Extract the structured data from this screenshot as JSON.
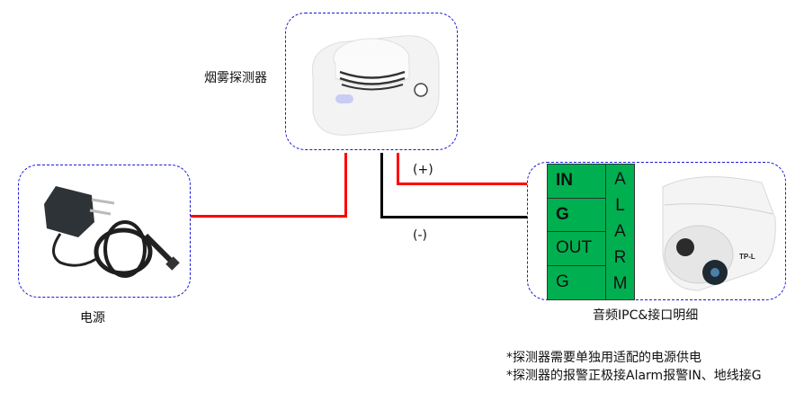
{
  "devices": {
    "smoke_detector": {
      "label": "烟雾探测器",
      "icon": "smoke-detector-icon"
    },
    "power_supply": {
      "label": "电源",
      "icon": "power-adapter-icon"
    },
    "ipc": {
      "label": "音频IPC&接口明细",
      "icon": "dome-camera-icon"
    }
  },
  "wires": {
    "positive_label": "(+)",
    "negative_label": "(-)",
    "colors": {
      "positive": "#ff0000",
      "negative": "#000000"
    }
  },
  "terminal_panel": {
    "color": "#00b050",
    "terminals": [
      {
        "label": "IN",
        "bold": true
      },
      {
        "label": "G",
        "bold": true
      },
      {
        "label": "OUT",
        "bold": false
      },
      {
        "label": "G",
        "bold": false
      }
    ],
    "group_label_letters": [
      "A",
      "L",
      "A",
      "R",
      "M"
    ]
  },
  "notes": [
    "*探测器需要单独用适配的电源供电",
    "*探测器的报警正极接Alarm报警IN、地线接G"
  ],
  "colors": {
    "dashed_border": "#1a1ad6"
  }
}
